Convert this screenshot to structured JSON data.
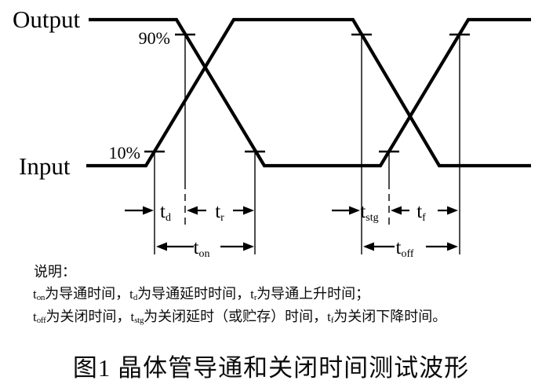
{
  "figure": {
    "waveform": {
      "output_label": "Output",
      "input_label": "Input",
      "level_90": "90%",
      "level_10": "10%"
    },
    "timing": {
      "td": {
        "base": "t",
        "sub": "d"
      },
      "tr": {
        "base": "t",
        "sub": "r"
      },
      "ton": {
        "base": "t",
        "sub": "on"
      },
      "tstg": {
        "base": "t",
        "sub": "stg"
      },
      "tf": {
        "base": "t",
        "sub": "f"
      },
      "toff": {
        "base": "t",
        "sub": "off"
      }
    },
    "notes": {
      "heading": "说明：",
      "turn_on": {
        "sym1": {
          "base": "t",
          "sub": "on"
        },
        "text1": "为导通时间，",
        "sym2": {
          "base": "t",
          "sub": "d"
        },
        "text2": "为导通延时时间，",
        "sym3": {
          "base": "t",
          "sub": "r"
        },
        "text3": "为导通上升时间；"
      },
      "turn_off": {
        "sym1": {
          "base": "t",
          "sub": "off"
        },
        "text1": "为关闭时间，",
        "sym2": {
          "base": "t",
          "sub": "stg"
        },
        "text2": "为关闭延时（或贮存）时间，",
        "sym3": {
          "base": "t",
          "sub": "f"
        },
        "text3": "为关闭下降时间。"
      }
    },
    "caption": "图1 晶体管导通和关闭时间测试波形",
    "colors": {
      "ink": "#000000",
      "background": "#ffffff"
    }
  }
}
